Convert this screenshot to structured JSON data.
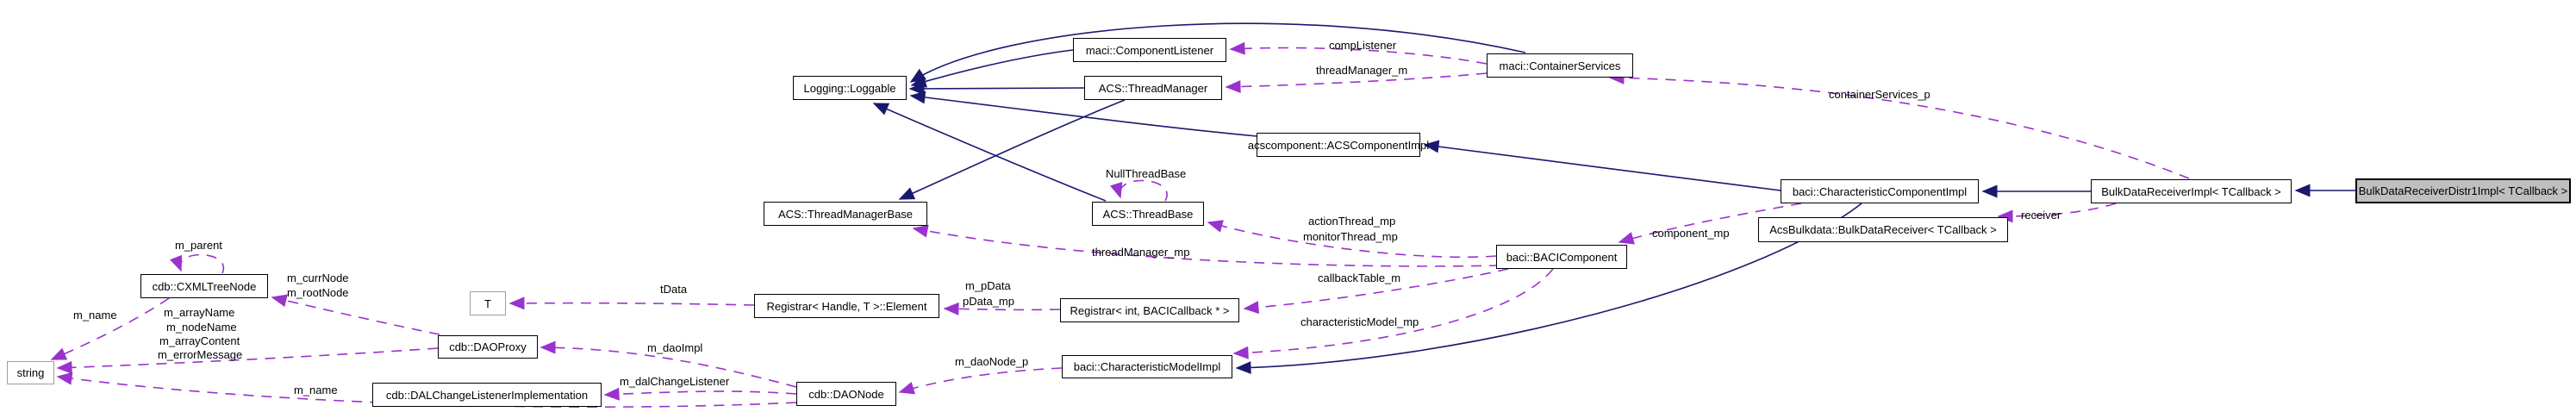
{
  "diagram": {
    "type": "class-collaboration-graph",
    "colors": {
      "background": "#ffffff",
      "inheritance_edge": "#191970",
      "usage_edge": "#9a32cd",
      "node_border": "#000000",
      "node_fill": "#ffffff",
      "highlight_fill": "#bfbfbf",
      "external_node_border": "#9e9e9e",
      "text": "#000000"
    },
    "nodes": [
      {
        "id": "logging-loggable",
        "label": "Logging::Loggable"
      },
      {
        "id": "maci-componentlistener",
        "label": "maci::ComponentListener"
      },
      {
        "id": "acs-threadmanager",
        "label": "ACS::ThreadManager"
      },
      {
        "id": "maci-containerservices",
        "label": "maci::ContainerServices"
      },
      {
        "id": "acscomponent-acscomponentimpl",
        "label": "acscomponent::ACSComponentImpl"
      },
      {
        "id": "acs-threadmanagerbase",
        "label": "ACS::ThreadManagerBase"
      },
      {
        "id": "acs-threadbase",
        "label": "ACS::ThreadBase"
      },
      {
        "id": "baci-characteristiccomponentimpl",
        "label": "baci::CharacteristicComponentImpl"
      },
      {
        "id": "bulkdatareceiverimpl",
        "label": "BulkDataReceiverImpl< TCallback >"
      },
      {
        "id": "bulkdatareceiverdistr1impl",
        "label": "BulkDataReceiverDistr1Impl< TCallback >",
        "highlighted": true
      },
      {
        "id": "acsbulkdata-bulkdatareceiver",
        "label": "AcsBulkdata::BulkDataReceiver< TCallback >"
      },
      {
        "id": "baci-bacicomponent",
        "label": "baci::BACIComponent"
      },
      {
        "id": "cdb-cxmltreenode",
        "label": "cdb::CXMLTreeNode"
      },
      {
        "id": "template-t",
        "label": "T",
        "external": true
      },
      {
        "id": "registrar-handle-t-element",
        "label": "Registrar< Handle, T >::Element"
      },
      {
        "id": "registrar-int-bacicallback",
        "label": "Registrar< int, BACICallback * >"
      },
      {
        "id": "cdb-daoproxy",
        "label": "cdb::DAOProxy"
      },
      {
        "id": "std-string",
        "label": "string",
        "external": true
      },
      {
        "id": "cdb-dalchangelistenerimplementation",
        "label": "cdb::DALChangeListenerImplementation"
      },
      {
        "id": "cdb-daonode",
        "label": "cdb::DAONode"
      },
      {
        "id": "baci-characteristicmodelimpl",
        "label": "baci::CharacteristicModelImpl"
      }
    ],
    "edge_labels": [
      {
        "text": "compListener"
      },
      {
        "text": "threadManager_m"
      },
      {
        "text": "containerServices_p"
      },
      {
        "text": "NullThreadBase"
      },
      {
        "text": "actionThread_mp"
      },
      {
        "text": "monitorThread_mp"
      },
      {
        "text": "component_mp"
      },
      {
        "text": "receiver"
      },
      {
        "text": "threadManager_mp"
      },
      {
        "text": "m_parent"
      },
      {
        "text": "m_currNode"
      },
      {
        "text": "m_rootNode"
      },
      {
        "text": "tData"
      },
      {
        "text": "m_pData"
      },
      {
        "text": "pData_mp"
      },
      {
        "text": "callbackTable_m"
      },
      {
        "text": "characteristicModel_mp"
      },
      {
        "text": "m_name"
      },
      {
        "text": "m_arrayName"
      },
      {
        "text": "m_nodeName"
      },
      {
        "text": "m_arrayContent"
      },
      {
        "text": "m_errorMessage"
      },
      {
        "text": "m_daoImpl"
      },
      {
        "text": "m_dalChangeListener"
      },
      {
        "text": "m_daoNode_p"
      },
      {
        "text": "m_name"
      }
    ]
  }
}
